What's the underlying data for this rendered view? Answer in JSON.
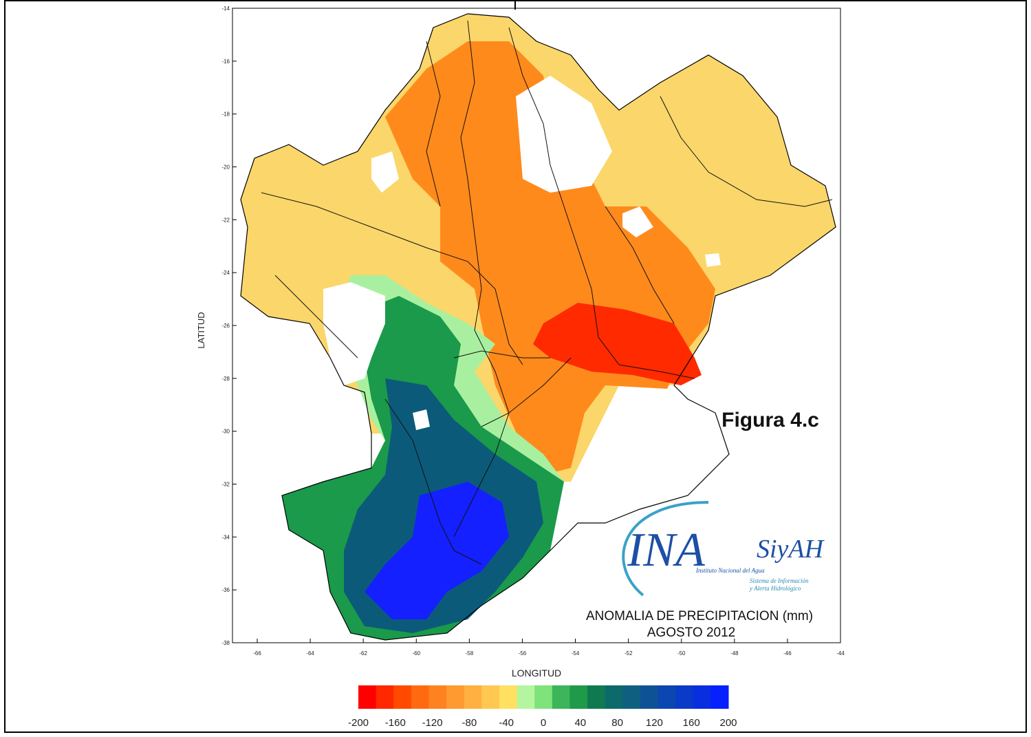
{
  "figure_label": "Figura 4.c",
  "map_title": "ANOMALIA DE PRECIPITACION (mm)",
  "map_subtitle": "AGOSTO 2012",
  "x_axis_label": "LONGITUD",
  "y_axis_label": "LATITUD",
  "x_ticks": [
    "-66",
    "-64",
    "-62",
    "-60",
    "-58",
    "-56",
    "-54",
    "-52",
    "-50",
    "-48",
    "-46",
    "-44"
  ],
  "y_ticks": [
    "-14",
    "-16",
    "-18",
    "-20",
    "-22",
    "-24",
    "-26",
    "-28",
    "-30",
    "-32",
    "-34",
    "-36",
    "-38"
  ],
  "logo": {
    "main": "INA",
    "brand": "SiyAH",
    "line1": "Instituto Nacional del Agua",
    "line2": "Sistema de Información",
    "line3": "y Alerta Hidrológico"
  },
  "colors": {
    "dry_strong": "#ff2a00",
    "dry": "#ff8a1c",
    "dry_light": "#fbd66a",
    "normal": "#a8f0a0",
    "wet": "#1a9a4a",
    "wet_strong": "#0c5a7a",
    "wet_max": "#1420ff"
  },
  "legend": {
    "colors": [
      "#ff0000",
      "#ff2800",
      "#ff4a00",
      "#ff6a10",
      "#ff8220",
      "#ff9a30",
      "#ffb040",
      "#ffc850",
      "#ffe060",
      "#b6f5a0",
      "#7ee37a",
      "#3db55a",
      "#1e9a48",
      "#0f7a50",
      "#0d6a6a",
      "#0f5f80",
      "#0e5296",
      "#0c46b0",
      "#0a3ac8",
      "#082ee0",
      "#0620ff"
    ],
    "labels": [
      "-200",
      "-160",
      "-120",
      "-80",
      "-40",
      "0",
      "40",
      "80",
      "120",
      "160",
      "200"
    ]
  }
}
